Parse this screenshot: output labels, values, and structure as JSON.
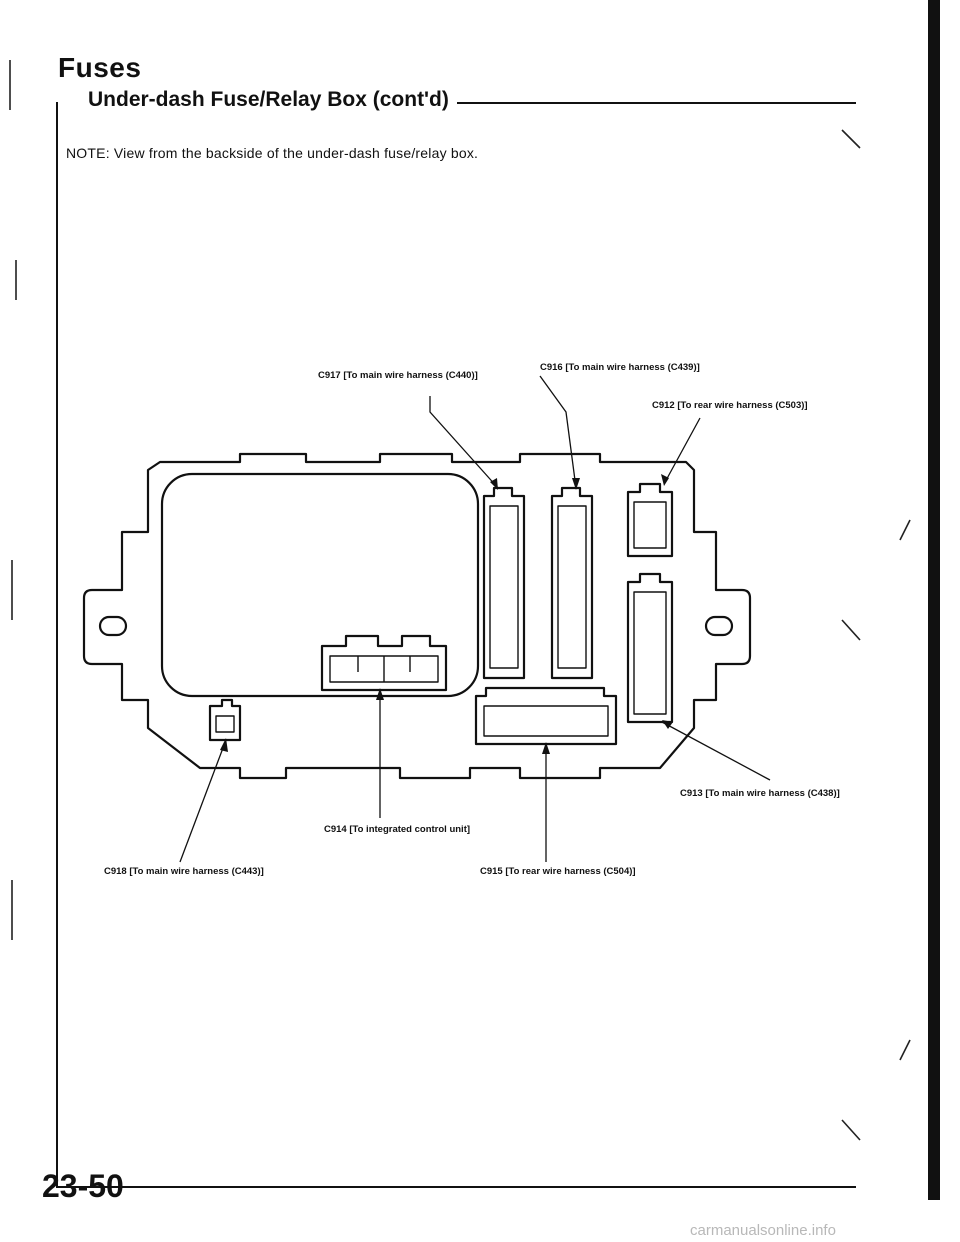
{
  "header": {
    "title": "Fuses",
    "subtitle": "Under-dash Fuse/Relay Box (cont'd)"
  },
  "note": "NOTE: View from the backside of the under-dash fuse/relay box.",
  "connectors": {
    "c916": "C916 [To main wire harness (C439)]",
    "c917": "C917 [To main wire harness (C440)]",
    "c912": "C912 [To rear wire harness (C503)]",
    "c913": "C913 [To main wire harness (C438)]",
    "c914": "C914 [To integrated control unit]",
    "c918": "C918 [To main wire harness (C443)]",
    "c915": "C915 [To rear wire harness (C504)]"
  },
  "footer": {
    "page_number": "23-50",
    "watermark": "carmanualsonline.info"
  }
}
